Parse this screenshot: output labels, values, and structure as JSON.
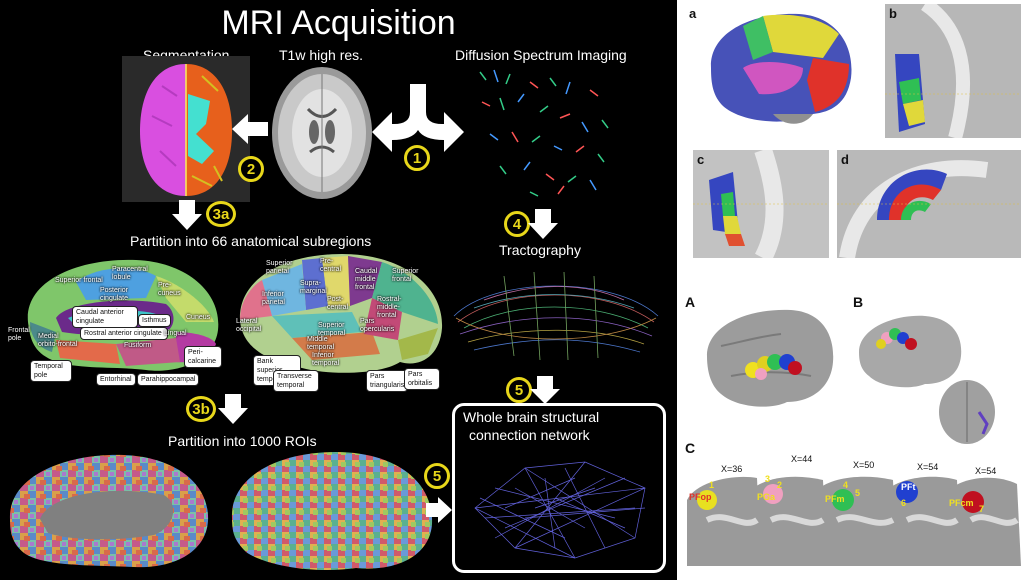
{
  "left": {
    "title": "MRI Acquisition",
    "labels": {
      "segmentation": "Segmentation",
      "t1w": "T1w high res.",
      "dsi": "Diffusion Spectrum Imaging",
      "partition66": "Partition into 66 anatomical subregions",
      "tractography": "Tractography",
      "partition1000": "Partition into 1000 ROIs",
      "network_line1": "Whole brain structural",
      "network_line2": "connection network"
    },
    "steps": {
      "s1": "1",
      "s2": "2",
      "s3a": "3a",
      "s3b": "3b",
      "s4": "4",
      "s5a": "5",
      "s5b": "5"
    },
    "regions_medial": {
      "superior_frontal": "Superior frontal",
      "paracentral": "Paracentral lobule",
      "posterior_cingulate": "Posterior cingulate",
      "precuneus": "Pre-cuneus",
      "caudal_anterior_cingulate": "Caudal anterior cingulate",
      "isthmus": "Isthmus",
      "frontal_pole": "Frontal pole",
      "rostral_anterior_cingulate": "Rostral anterior cingulate",
      "cuneus": "Cuneus",
      "medial_orbito_frontal": "Medial orbito-frontal",
      "lingual": "Lingual",
      "fusiform": "Fusiform",
      "temporal_pole": "Temporal pole",
      "entorhinal": "Entorhinal",
      "parahippocampal": "Parahippocampal",
      "pericalcarine": "Peri-calcarine"
    },
    "regions_lateral": {
      "superior_parietal": "Superior parietal",
      "precentral": "Pre-central",
      "caudal_middle_frontal": "Caudal middle frontal",
      "superior_frontal": "Superior frontal",
      "inferior_parietal": "Inferior parietal",
      "supramarginal": "Supra-marginal",
      "postcentral": "Post-central",
      "rostral_middle_frontal": "Rostral-middle-frontal",
      "lateral_occipital": "Lateral occipital",
      "superior_temporal": "Superior temporal",
      "pars_opercularis": "Pars opercularis",
      "middle_temporal": "Middle temporal",
      "inferior_temporal": "Inferior temporal",
      "bank_superior_temporal": "Bank superior temporal",
      "transverse_temporal": "Transverse temporal",
      "pars_triangularis": "Pars triangularis",
      "pars_orbitalis": "Pars orbitalis"
    }
  },
  "right": {
    "panels_top": {
      "a": "a",
      "b": "b",
      "c": "c",
      "d": "d"
    },
    "panels_bottom": {
      "A": "A",
      "B": "B",
      "C": "C"
    },
    "slices": [
      {
        "x": "X=36",
        "area": "PFop",
        "num": "1"
      },
      {
        "x": "X=44",
        "area": "PGa",
        "num": "2"
      },
      {
        "x": "X=50",
        "area": "PFm",
        "num": "4"
      },
      {
        "x": "X=54",
        "area": "PFt",
        "num": "6"
      },
      {
        "x": "X=54",
        "area": "PFcm",
        "num": "7"
      }
    ],
    "extra_nums": {
      "n3": "3",
      "n5": "5"
    }
  },
  "colors": {
    "accent_yellow": "#e8d71a",
    "arrow_white": "#ffffff",
    "segment_magenta": "#d94fe0",
    "segment_orange": "#e7601c",
    "segment_cyan": "#44e0d0",
    "network_blue": "#6b6bf0"
  }
}
